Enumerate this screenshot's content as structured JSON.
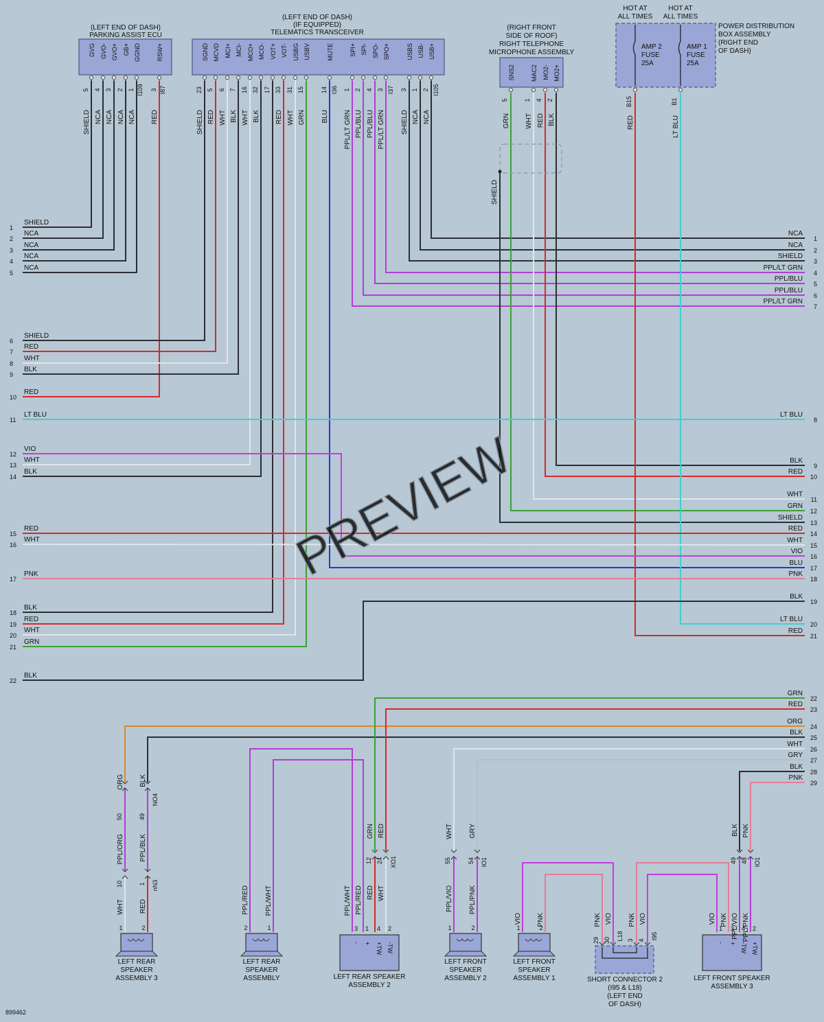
{
  "diagram_id": "899462",
  "watermark": "PREVIEW",
  "colors": {
    "BLK": "#2c2f34",
    "RED": "#d42a2a",
    "WHT": "#dfe6ec",
    "GRN": "#3aa135",
    "BLU": "#1f3ad6",
    "LTBLU": "#3dd0d4",
    "PPL": "#b13ed6",
    "VIO": "#c23ee0",
    "PNK": "#e07f98",
    "ORG": "#d88a2e",
    "GRY": "#b6bec6"
  },
  "components": {
    "parking_assist": {
      "title_lines": [
        "(LEFT END OF DASH)",
        "PARKING ASSIST ECU"
      ],
      "terminals": [
        "GVG",
        "GVO-",
        "GVO+",
        "GB+",
        "GGND",
        "RSW+"
      ],
      "pins": [
        "5",
        "4",
        "3",
        "2",
        "1",
        "3"
      ],
      "connectors": [
        "I109",
        "I87"
      ]
    },
    "telematics": {
      "title_lines": [
        "(LEFT END OF DASH)",
        "(IF EQUIPPED)",
        "TELEMATICS TRANSCEIVER"
      ],
      "terminals": [
        "SGND",
        "MCVD",
        "MCI+",
        "MCI-",
        "MCO+",
        "MCO-",
        "VOT+",
        "VOT-",
        "USBG",
        "USBV",
        "MUTE",
        "SPI+",
        "SPI-",
        "SPO-",
        "SPO+",
        "USBS",
        "USB-",
        "USB+"
      ],
      "pins": [
        "23",
        "5",
        "6",
        "7",
        "16",
        "32",
        "17",
        "33",
        "31",
        "15",
        "14",
        "1",
        "2",
        "4",
        "3",
        "3",
        "1",
        "2"
      ],
      "connectors": [
        "I36",
        "I37",
        "I105"
      ]
    },
    "microphone": {
      "title_lines": [
        "(RIGHT FRONT",
        "SIDE OF ROOF)",
        "RIGHT TELEPHONE",
        "MICROPHONE ASSEMBLY"
      ],
      "terminals": [
        "SNS2",
        "MAC2",
        "MO2-",
        "MO2+"
      ],
      "pins": [
        "5",
        "1",
        "4",
        "2"
      ]
    },
    "power_box": {
      "hot_labels": [
        "HOT AT",
        "ALL TIMES"
      ],
      "title_lines": [
        "POWER DISTRIBUTION",
        "BOX ASSEMBLY",
        "(RIGHT END",
        "OF DASH)"
      ],
      "fuse1": [
        "AMP 2",
        "FUSE",
        "25A"
      ],
      "fuse2": [
        "AMP 1",
        "FUSE",
        "25A"
      ],
      "pins": [
        "B15",
        "B1"
      ]
    },
    "speakers": [
      {
        "label_lines": [
          "LEFT REAR",
          "SPEAKER",
          "ASSEMBLY 3"
        ]
      },
      {
        "label_lines": [
          "LEFT REAR",
          "SPEAKER",
          "ASSEMBLY"
        ]
      },
      {
        "label_lines": [
          "LEFT REAR SPEAKER",
          "ASSEMBLY 2"
        ]
      },
      {
        "label_lines": [
          "LEFT FRONT",
          "SPEAKER",
          "ASSEMBLY 2"
        ]
      },
      {
        "label_lines": [
          "LEFT FRONT",
          "SPEAKER",
          "ASSEMBLY 1"
        ]
      },
      {
        "label_lines": [
          "SHORT CONNECTOR 2",
          "(I95 & L18)",
          "(LEFT END",
          "OF DASH)"
        ]
      },
      {
        "label_lines": [
          "LEFT FRONT SPEAKER",
          "ASSEMBLY 3"
        ]
      }
    ]
  },
  "left_edge": [
    {
      "n": "1",
      "color": "SHIELD"
    },
    {
      "n": "2",
      "color": "NCA"
    },
    {
      "n": "3",
      "color": "NCA"
    },
    {
      "n": "4",
      "color": "NCA"
    },
    {
      "n": "5",
      "color": "NCA"
    },
    {
      "n": "6",
      "color": "SHIELD"
    },
    {
      "n": "7",
      "color": "RED"
    },
    {
      "n": "8",
      "color": "WHT"
    },
    {
      "n": "9",
      "color": "BLK"
    },
    {
      "n": "10",
      "color": "RED"
    },
    {
      "n": "11",
      "color": "LT BLU"
    },
    {
      "n": "12",
      "color": "VIO"
    },
    {
      "n": "13",
      "color": "WHT"
    },
    {
      "n": "14",
      "color": "BLK"
    },
    {
      "n": "15",
      "color": "RED"
    },
    {
      "n": "16",
      "color": "WHT"
    },
    {
      "n": "17",
      "color": "PNK"
    },
    {
      "n": "18",
      "color": "BLK"
    },
    {
      "n": "19",
      "color": "RED"
    },
    {
      "n": "20",
      "color": "WHT"
    },
    {
      "n": "21",
      "color": "GRN"
    },
    {
      "n": "22",
      "color": "BLK"
    }
  ],
  "right_edge": [
    {
      "n": "1",
      "color": "NCA"
    },
    {
      "n": "2",
      "color": "NCA"
    },
    {
      "n": "3",
      "color": "SHIELD"
    },
    {
      "n": "4",
      "color": "PPL/LT GRN"
    },
    {
      "n": "5",
      "color": "PPL/BLU"
    },
    {
      "n": "6",
      "color": "PPL/BLU"
    },
    {
      "n": "7",
      "color": "PPL/LT GRN"
    },
    {
      "n": "8",
      "color": "LT BLU"
    },
    {
      "n": "9",
      "color": "BLK"
    },
    {
      "n": "10",
      "color": "RED"
    },
    {
      "n": "11",
      "color": "WHT"
    },
    {
      "n": "12",
      "color": "GRN"
    },
    {
      "n": "13",
      "color": "SHIELD"
    },
    {
      "n": "14",
      "color": "RED"
    },
    {
      "n": "15",
      "color": "WHT"
    },
    {
      "n": "16",
      "color": "VIO"
    },
    {
      "n": "17",
      "color": "BLU"
    },
    {
      "n": "18",
      "color": "PNK"
    },
    {
      "n": "19",
      "color": "BLK"
    },
    {
      "n": "20",
      "color": "LT BLU"
    },
    {
      "n": "21",
      "color": "RED"
    },
    {
      "n": "22",
      "color": "GRN"
    },
    {
      "n": "23",
      "color": "RED"
    },
    {
      "n": "24",
      "color": "ORG"
    },
    {
      "n": "25",
      "color": "BLK"
    },
    {
      "n": "26",
      "color": "WHT"
    },
    {
      "n": "27",
      "color": "GRY"
    },
    {
      "n": "28",
      "color": "BLK"
    },
    {
      "n": "29",
      "color": "PNK"
    }
  ],
  "vertical_wire_labels": {
    "parking": [
      "SHIELD",
      "NCA",
      "NCA",
      "NCA",
      "NCA",
      "RED"
    ],
    "telematics": [
      "SHIELD",
      "RED",
      "WHT",
      "BLK",
      "WHT",
      "BLK",
      "RED",
      "WHT",
      "GRN",
      "BLU",
      "PPL/LT GRN",
      "PPL/BLU",
      "PPL/BLU",
      "PPL/LT GRN",
      "SHIELD",
      "NCA",
      "NCA"
    ],
    "microphone": [
      "GRN",
      "WHT",
      "RED",
      "BLK"
    ],
    "shield": "SHIELD",
    "power": [
      "RED",
      "LT BLU"
    ]
  },
  "lower_labels": {
    "lr3": {
      "top_colors": [
        "ORG",
        "BLK"
      ],
      "conn_pins": [
        "50",
        "49"
      ],
      "conn_id": "NO4",
      "mid_colors": [
        "PPL/ORG",
        "PPL/BLK"
      ],
      "conn2_pins": [
        "10",
        "1"
      ],
      "conn2_id": "nN3",
      "low_colors": [
        "WHT",
        "RED"
      ],
      "spk_pins": [
        "1",
        "2"
      ]
    },
    "lr": {
      "low_colors": [
        "PPL/RED",
        "PPL/WHT"
      ],
      "spk_pins": [
        "2",
        "1"
      ]
    },
    "lr2": {
      "top_colors": [
        "GRN",
        "RED"
      ],
      "conn_pins": [
        "12",
        "24"
      ],
      "conn_id": "XO1",
      "low_colors": [
        "PPL/WHT",
        "PPL/RED",
        "RED",
        "WHT"
      ],
      "spk_pins": [
        "3",
        "1",
        "4",
        "2"
      ],
      "terms": [
        "-",
        "+",
        "+TW",
        "-TW"
      ]
    },
    "lf2": {
      "top_colors": [
        "WHT",
        "GRY"
      ],
      "conn_pins": [
        "55",
        "54"
      ],
      "conn_id": "IO1",
      "low_colors": [
        "PPL/VIO",
        "PPL/PNK"
      ],
      "spk_pins": [
        "1",
        "2"
      ]
    },
    "lf1": {
      "low_colors": [
        "VIO",
        "PNK"
      ],
      "spk_pins": [
        "1",
        "2"
      ]
    },
    "sc": {
      "low_colors": [
        "PNK",
        "VIO",
        "PNK",
        "VIO"
      ],
      "pins": [
        "29",
        "30",
        "3",
        "4"
      ],
      "ids": [
        "L18",
        "I95"
      ]
    },
    "lf3": {
      "top_colors": [
        "BLK",
        "PNK"
      ],
      "conn_pins": [
        "49",
        "48"
      ],
      "conn_id": "IO1",
      "low_colors": [
        "VIO",
        "PNK",
        "PPL/VIO",
        "PPL/PNK"
      ],
      "spk_pins": [
        "1",
        "3",
        "4",
        "2"
      ],
      "terms": [
        "-",
        "+",
        "-TW",
        "+TW"
      ]
    }
  }
}
